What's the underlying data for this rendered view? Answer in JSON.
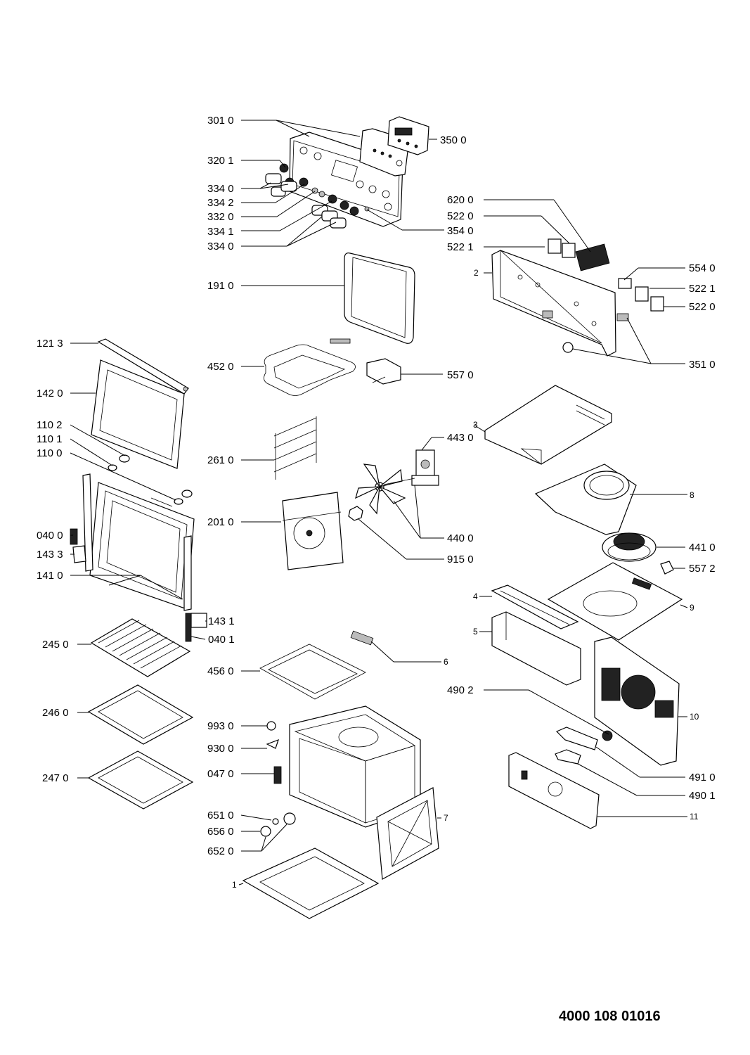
{
  "document_number": "4000 108 01016",
  "labels": [
    {
      "id": "l1",
      "text": "301 0"
    },
    {
      "id": "l2",
      "text": "350 0"
    },
    {
      "id": "l3",
      "text": "320 1"
    },
    {
      "id": "l4",
      "text": "334 0"
    },
    {
      "id": "l5",
      "text": "334 2"
    },
    {
      "id": "l6",
      "text": "332 0"
    },
    {
      "id": "l7",
      "text": "334 1"
    },
    {
      "id": "l8",
      "text": "334 0"
    },
    {
      "id": "l9",
      "text": "354 0"
    },
    {
      "id": "l10",
      "text": "620 0"
    },
    {
      "id": "l11",
      "text": "522 0"
    },
    {
      "id": "l12",
      "text": "522 1"
    },
    {
      "id": "l13",
      "text": "2"
    },
    {
      "id": "l14",
      "text": "554 0"
    },
    {
      "id": "l15",
      "text": "522 1"
    },
    {
      "id": "l16",
      "text": "522 0"
    },
    {
      "id": "l17",
      "text": "351 0"
    },
    {
      "id": "l18",
      "text": "191 0"
    },
    {
      "id": "l19",
      "text": "121 3"
    },
    {
      "id": "l20",
      "text": "452 0"
    },
    {
      "id": "l21",
      "text": "557 0"
    },
    {
      "id": "l22",
      "text": "142 0"
    },
    {
      "id": "l23",
      "text": "110 2"
    },
    {
      "id": "l24",
      "text": "110 1"
    },
    {
      "id": "l25",
      "text": "110 0"
    },
    {
      "id": "l26",
      "text": "261 0"
    },
    {
      "id": "l27",
      "text": "443 0"
    },
    {
      "id": "l28",
      "text": "3"
    },
    {
      "id": "l29",
      "text": "8"
    },
    {
      "id": "l30",
      "text": "201 0"
    },
    {
      "id": "l31",
      "text": "040 0"
    },
    {
      "id": "l32",
      "text": "143 3"
    },
    {
      "id": "l33",
      "text": "440 0"
    },
    {
      "id": "l34",
      "text": "915 0"
    },
    {
      "id": "l35",
      "text": "441 0"
    },
    {
      "id": "l36",
      "text": "557 2"
    },
    {
      "id": "l37",
      "text": "141 0"
    },
    {
      "id": "l38",
      "text": "4"
    },
    {
      "id": "l39",
      "text": "9"
    },
    {
      "id": "l40",
      "text": "143 1"
    },
    {
      "id": "l41",
      "text": "040 1"
    },
    {
      "id": "l42",
      "text": "5"
    },
    {
      "id": "l43",
      "text": "245 0"
    },
    {
      "id": "l44",
      "text": "6"
    },
    {
      "id": "l45",
      "text": "456 0"
    },
    {
      "id": "l46",
      "text": "490 2"
    },
    {
      "id": "l47",
      "text": "10"
    },
    {
      "id": "l48",
      "text": "246 0"
    },
    {
      "id": "l49",
      "text": "993 0"
    },
    {
      "id": "l50",
      "text": "930 0"
    },
    {
      "id": "l51",
      "text": "047 0"
    },
    {
      "id": "l52",
      "text": "247 0"
    },
    {
      "id": "l53",
      "text": "491 0"
    },
    {
      "id": "l54",
      "text": "490 1"
    },
    {
      "id": "l55",
      "text": "11"
    },
    {
      "id": "l56",
      "text": "651 0"
    },
    {
      "id": "l57",
      "text": "7"
    },
    {
      "id": "l58",
      "text": "656 0"
    },
    {
      "id": "l59",
      "text": "652 0"
    },
    {
      "id": "l60",
      "text": "1"
    }
  ]
}
